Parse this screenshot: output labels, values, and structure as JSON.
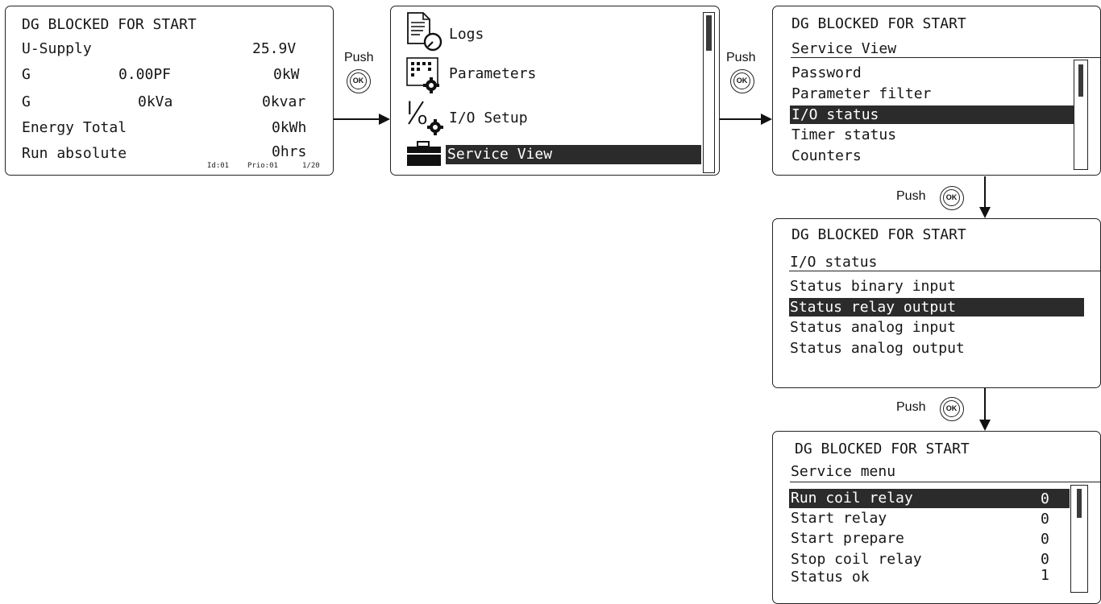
{
  "panel1": {
    "header": "DG BLOCKED FOR START",
    "rows": [
      {
        "label": "U-Supply",
        "mid": "",
        "value": "25.9V"
      },
      {
        "label": "G",
        "mid": "0.00PF",
        "value": "0kW"
      },
      {
        "label": "G",
        "mid": "0kVa",
        "value": "0kvar"
      },
      {
        "label": "Energy Total",
        "mid": "",
        "value": "0kWh"
      },
      {
        "label": "Run absolute",
        "mid": "",
        "value": "0hrs"
      }
    ],
    "footer": {
      "id": "Id:01",
      "prio": "Prio:01",
      "page": "1/20"
    }
  },
  "menu": {
    "items": [
      "Logs",
      "Parameters",
      "I/O Setup",
      "Service View"
    ],
    "icons": [
      "logs-icon",
      "parameters-icon",
      "io-setup-icon",
      "service-view-icon"
    ],
    "selected": "Service View"
  },
  "service_view": {
    "header": "DG BLOCKED FOR START",
    "title": "Service View",
    "items": [
      "Password",
      "Parameter filter",
      "I/O status",
      "Timer status",
      "Counters"
    ],
    "selected": "I/O status"
  },
  "io_status": {
    "header": "DG BLOCKED FOR START",
    "title": "I/O status",
    "items": [
      "Status binary input",
      "Status relay output",
      "Status analog input",
      "Status analog output"
    ],
    "selected": "Status relay output"
  },
  "service_menu": {
    "header": "DG BLOCKED FOR START",
    "title": "Service menu",
    "items": [
      {
        "label": "Run coil relay",
        "value": "0"
      },
      {
        "label": "Start relay",
        "value": "0"
      },
      {
        "label": "Start prepare",
        "value": "0"
      },
      {
        "label": "Stop coil relay",
        "value": "0"
      },
      {
        "label": "Status ok",
        "value": "1"
      }
    ],
    "selected": "Run coil relay"
  },
  "push": {
    "label": "Push",
    "ok_label": "OK"
  }
}
